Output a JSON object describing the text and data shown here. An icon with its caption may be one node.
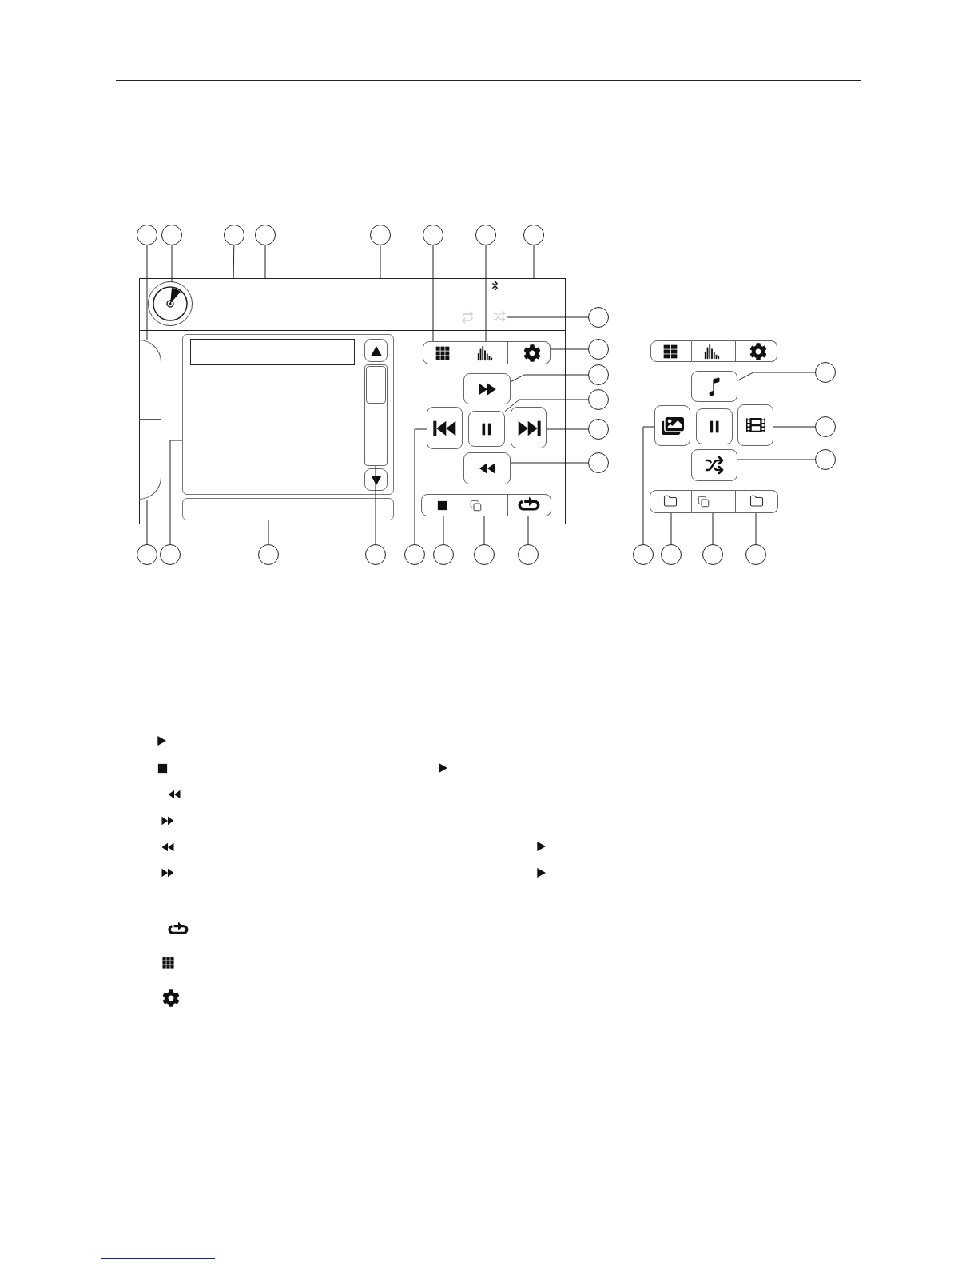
{
  "diagram": {
    "nodes": [
      {
        "text": [],
        "shape": "circle"
      },
      {
        "text": [],
        "shape": "circle"
      },
      {
        "text": [],
        "shape": "circle"
      },
      {
        "text": [],
        "shape": "circle"
      },
      {
        "text": [],
        "shape": "circle"
      },
      {
        "text": [],
        "shape": "circle"
      },
      {
        "text": [],
        "shape": "circle"
      },
      {
        "text": [],
        "shape": "circle"
      },
      {
        "text": [],
        "shape": "circle"
      },
      {
        "text": [],
        "shape": "circle"
      },
      {
        "text": [],
        "shape": "circle"
      },
      {
        "text": [],
        "shape": "circle"
      },
      {
        "text": [],
        "shape": "circle"
      },
      {
        "text": [],
        "shape": "circle"
      },
      {
        "text": [],
        "shape": "circle"
      },
      {
        "text": [],
        "shape": "circle"
      },
      {
        "text": [],
        "shape": "circle"
      },
      {
        "text": [],
        "shape": "circle"
      },
      {
        "text": [],
        "shape": "circle"
      },
      {
        "text": [],
        "shape": "circle"
      },
      {
        "text": [],
        "shape": "circle"
      },
      {
        "text": [],
        "shape": "circle"
      },
      {
        "text": [],
        "shape": "circle"
      },
      {
        "text": [],
        "shape": "circle"
      },
      {
        "text": [],
        "shape": "circle"
      },
      {
        "text": [],
        "shape": "circle"
      },
      {
        "text": [],
        "shape": "circle"
      },
      {
        "text": [],
        "shape": "circle"
      },
      {
        "text": [],
        "shape": "circle"
      },
      {
        "text": [],
        "shape": "box"
      },
      {
        "text": [],
        "shape": "box",
        "in": 29
      },
      {
        "text": [],
        "shape": "box",
        "in": 29
      },
      {
        "text": [],
        "shape": "circle",
        "in": 63
      },
      {
        "text": [],
        "shape": "picture",
        "in": 63
      },
      {
        "text": [],
        "shape": "box",
        "in": 29
      },
      {
        "text": [],
        "shape": "box",
        "in": 34
      },
      {
        "text": [],
        "shape": "box",
        "in": 34
      },
      {
        "text": [],
        "shape": "box",
        "in": 34
      },
      {
        "text": [],
        "shape": "box",
        "in": 37
      },
      {
        "text": [],
        "shape": "box",
        "in": 34
      },
      {
        "text": [],
        "shape": "box",
        "in": 29
      },
      {
        "text": [],
        "shape": "box",
        "in": 29
      },
      {
        "text": [],
        "shape": "box",
        "in": 29
      },
      {
        "text": [],
        "shape": "box",
        "in": 29
      },
      {
        "text": [],
        "shape": "box",
        "in": 29
      },
      {
        "text": [],
        "shape": "box",
        "in": 29
      },
      {
        "text": [],
        "shape": "box",
        "in": 29
      },
      {
        "text": [],
        "shape": "box",
        "in": 29
      },
      {
        "text": [],
        "shape": "box",
        "in": 29
      },
      {
        "text": [],
        "shape": "box",
        "in": 29
      },
      {
        "text": [],
        "shape": "box",
        "in": 29
      },
      {
        "text": [],
        "shape": "box",
        "in": 29
      },
      {
        "text": [],
        "shape": "box"
      },
      {
        "text": [],
        "shape": "box"
      },
      {
        "text": [],
        "shape": "box"
      },
      {
        "text": [],
        "shape": "box"
      },
      {
        "text": [],
        "shape": "box"
      },
      {
        "text": [],
        "shape": "box"
      },
      {
        "text": [],
        "shape": "box"
      },
      {
        "text": [],
        "shape": "box"
      },
      {
        "text": [],
        "shape": "box"
      },
      {
        "text": [],
        "shape": "box"
      },
      {
        "text": [],
        "shape": "box"
      },
      {
        "text": [],
        "shape": "box",
        "in": 29
      }
    ],
    "edges": [
      {
        "from": 0,
        "to": 30,
        "arrow": "none"
      },
      {
        "from": 1,
        "to": 32,
        "arrow": "none"
      },
      {
        "from": 2,
        "to": 63,
        "arrow": "none"
      },
      {
        "from": 3,
        "to": 63,
        "arrow": "none"
      },
      {
        "from": 4,
        "to": 63,
        "arrow": "none"
      },
      {
        "from": 5,
        "to": 41,
        "arrow": "none"
      },
      {
        "from": 6,
        "to": 42,
        "arrow": "none"
      },
      {
        "from": 7,
        "to": 63,
        "arrow": "none"
      },
      {
        "from": 8,
        "to": 33,
        "arrow": "none"
      },
      {
        "from": 9,
        "to": 43,
        "arrow": "none"
      },
      {
        "from": 10,
        "to": 44,
        "arrow": "none"
      },
      {
        "from": 11,
        "to": 46,
        "arrow": "none"
      },
      {
        "from": 12,
        "to": 47,
        "arrow": "none"
      },
      {
        "from": 13,
        "to": 48,
        "arrow": "none"
      },
      {
        "from": 14,
        "to": 31,
        "arrow": "none"
      },
      {
        "from": 15,
        "to": 34,
        "arrow": "none"
      },
      {
        "from": 16,
        "to": 40,
        "arrow": "none"
      },
      {
        "from": 17,
        "to": 37,
        "arrow": "none"
      },
      {
        "from": 18,
        "to": 45,
        "arrow": "none"
      },
      {
        "from": 19,
        "to": 49,
        "arrow": "none"
      },
      {
        "from": 20,
        "to": 50,
        "arrow": "none"
      },
      {
        "from": 21,
        "to": 51,
        "arrow": "none"
      },
      {
        "from": 22,
        "to": 55,
        "arrow": "none"
      },
      {
        "from": 23,
        "to": 58,
        "arrow": "none"
      },
      {
        "from": 24,
        "to": 59,
        "arrow": "none"
      },
      {
        "from": 25,
        "to": 56,
        "arrow": "none"
      },
      {
        "from": 26,
        "to": 60,
        "arrow": "none"
      },
      {
        "from": 27,
        "to": 61,
        "arrow": "none"
      },
      {
        "from": 28,
        "to": 62,
        "arrow": "none"
      }
    ]
  }
}
